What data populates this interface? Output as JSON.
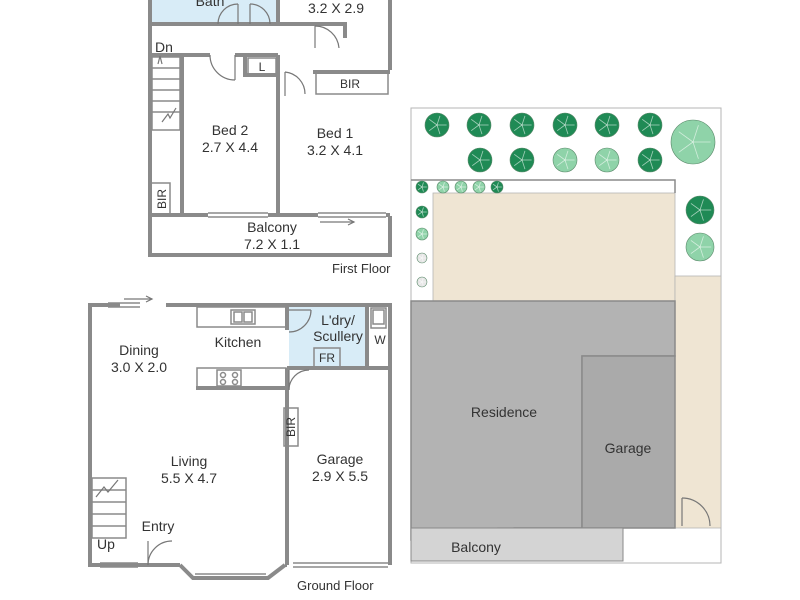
{
  "colors": {
    "wall": "#8a8a8a",
    "tile": "#d8ecf7",
    "lawn": "#efe5d3",
    "residence": "#b3b3b3",
    "garage_roof": "#aaaaaa",
    "balcony_roof": "#d4d4d4",
    "tree_dark": "#1f8a55",
    "tree_light": "#8fd3a9"
  },
  "first_floor": {
    "caption": "First Floor",
    "bath": "Bath",
    "bed3_size": "3.2 X 2.9",
    "dn": "Dn",
    "linen": "L",
    "bir_top": "BIR",
    "bir_side": "BIR",
    "bed2_name": "Bed 2",
    "bed2_size": "2.7 X 4.4",
    "bed1_name": "Bed 1",
    "bed1_size": "3.2 X 4.1",
    "balcony_name": "Balcony",
    "balcony_size": "7.2 X 1.1"
  },
  "ground_floor": {
    "caption": "Ground Floor",
    "dining_name": "Dining",
    "dining_size": "3.0 X 2.0",
    "kitchen": "Kitchen",
    "ldry_line1": "L'dry/",
    "ldry_line2": "Scullery",
    "fr": "FR",
    "w": "W",
    "living_name": "Living",
    "living_size": "5.5 X 4.7",
    "bir": "BIR",
    "garage_name": "Garage",
    "garage_size": "2.9 X 5.5",
    "entry": "Entry",
    "up": "Up"
  },
  "site_plan": {
    "residence": "Residence",
    "garage": "Garage",
    "balcony": "Balcony"
  }
}
